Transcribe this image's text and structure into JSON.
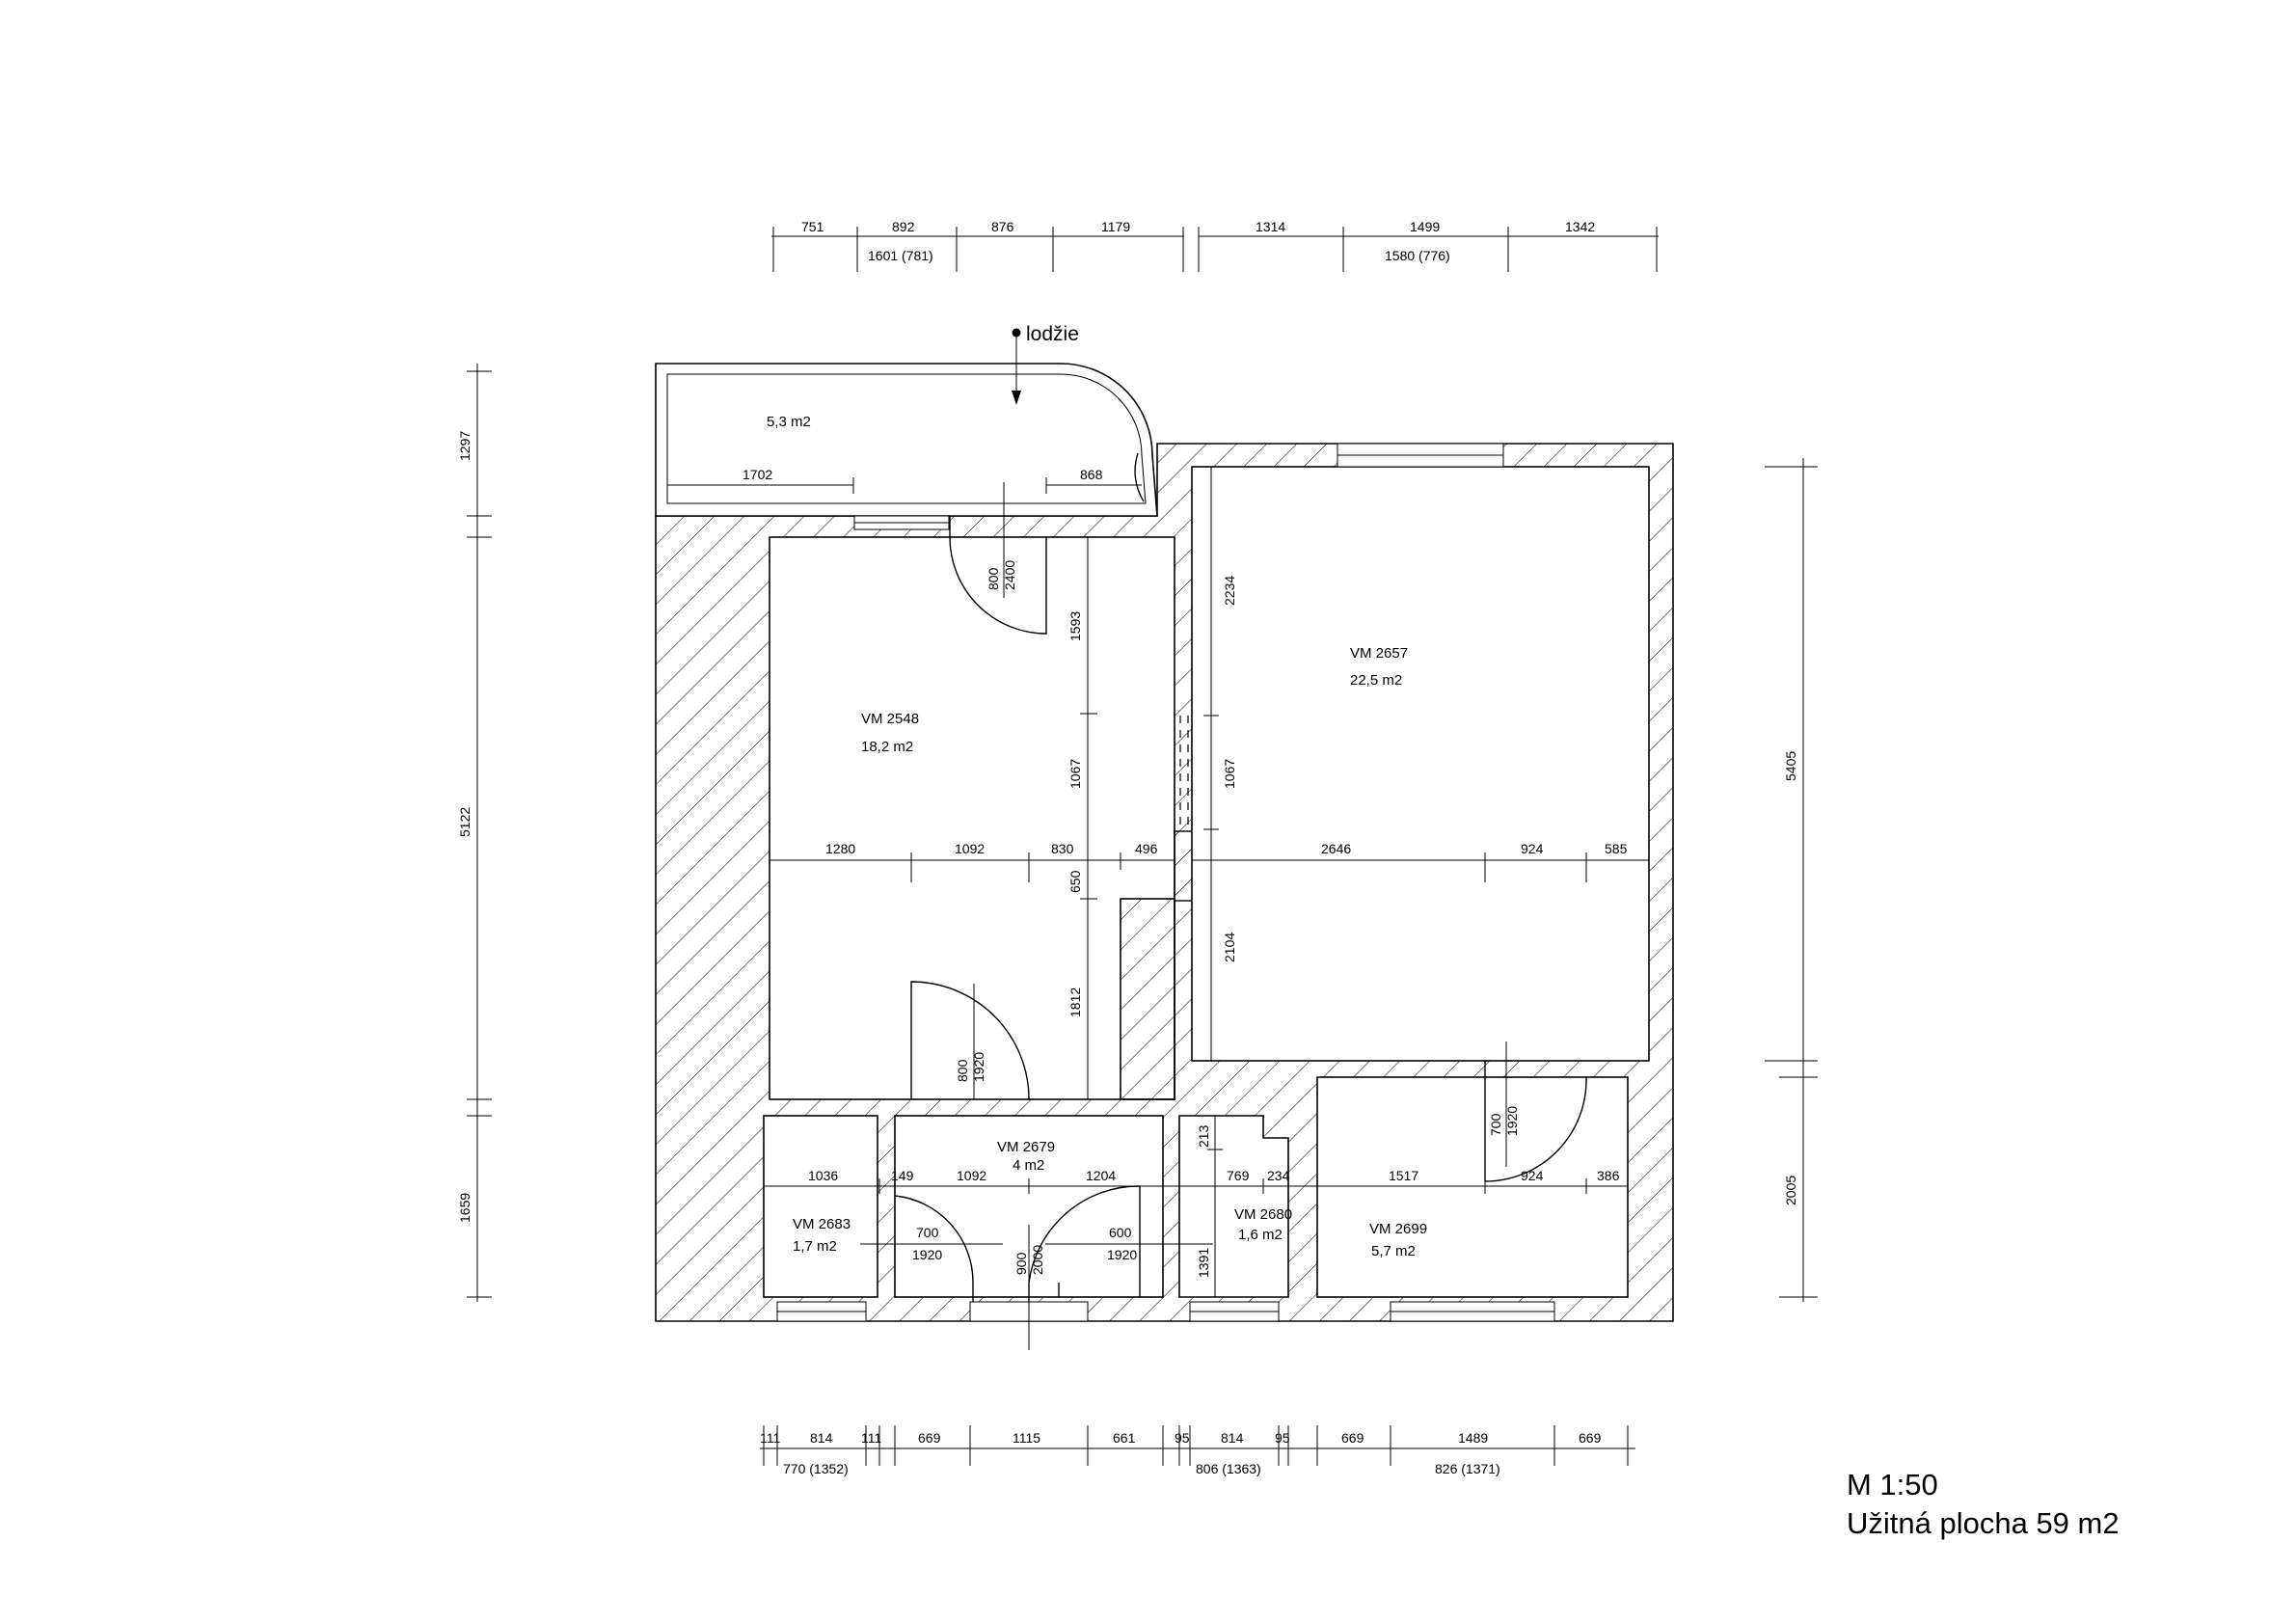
{
  "balcony": {
    "label": "lodžie",
    "area": "5,3 m2"
  },
  "rooms": [
    {
      "id": "VM 2548",
      "area": "18,2 m2"
    },
    {
      "id": "VM 2657",
      "area": "22,5 m2"
    },
    {
      "id": "VM 2679",
      "area": "4 m2"
    },
    {
      "id": "VM 2683",
      "area": "1,7 m2"
    },
    {
      "id": "VM 2680",
      "area": "1,6 m2"
    },
    {
      "id": "VM 2699",
      "area": "5,7 m2"
    }
  ],
  "top_dims": [
    "751",
    "892",
    "876",
    "1179",
    "1314",
    "1499",
    "1342"
  ],
  "top_windows": [
    "1601 (781)",
    "1580 (776)"
  ],
  "bottom_dims": [
    "111",
    "814",
    "111",
    "669",
    "1115",
    "661",
    "95",
    "814",
    "95",
    "669",
    "1489",
    "669"
  ],
  "bottom_windows": [
    "770 (1352)",
    "806 (1363)",
    "826 (1371)"
  ],
  "left_dims": [
    "1297",
    "5122",
    "1659"
  ],
  "right_dims": [
    "5405",
    "2005"
  ],
  "inner_dims": {
    "balcony": [
      "1702",
      "868"
    ],
    "room_2548": [
      "1593",
      "1067",
      "650",
      "1812"
    ],
    "row_mid_left": [
      "1280",
      "1092",
      "830",
      "496"
    ],
    "room_2657": [
      "2234",
      "1067",
      "2104"
    ],
    "row_mid_right": [
      "2646",
      "924",
      "585"
    ],
    "row_bottom": [
      "1036",
      "149",
      "1092",
      "1204",
      "769",
      "234",
      "1517",
      "924",
      "386"
    ],
    "small_h": [
      "213",
      "1391"
    ]
  },
  "doors": [
    {
      "w": "800",
      "h": "2400"
    },
    {
      "w": "800",
      "h": "1920"
    },
    {
      "w": "700",
      "h": "1920"
    },
    {
      "w": "700",
      "h": "1920"
    },
    {
      "w": "900",
      "h": "2000"
    },
    {
      "w": "600",
      "h": "1920"
    }
  ],
  "title": {
    "scale": "M 1:50",
    "usable_area": "Užitná plocha 59 m2"
  }
}
